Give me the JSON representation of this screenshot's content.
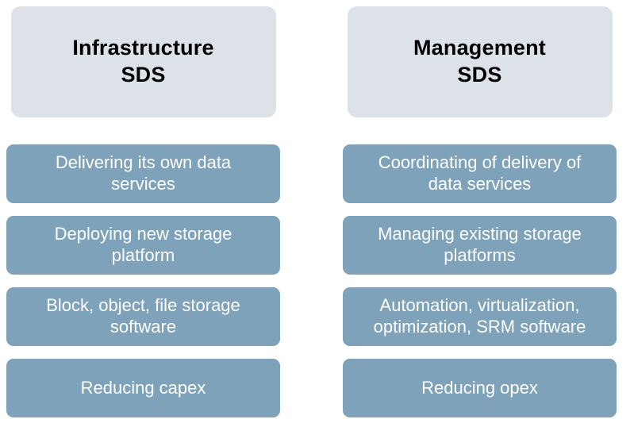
{
  "columns": [
    {
      "header": "Infrastructure\nSDS",
      "items": [
        "Delivering its own data\nservices",
        "Deploying new storage\nplatform",
        "Block, object, file storage\nsoftware",
        "Reducing capex"
      ]
    },
    {
      "header": "Management\nSDS",
      "items": [
        "Coordinating of delivery of\ndata services",
        "Managing existing storage\nplatforms",
        "Automation, virtualization,\noptimization, SRM software",
        "Reducing opex"
      ]
    }
  ],
  "colors": {
    "background": "#ffffff",
    "header_bg": "#dde2e8",
    "header_text": "#000000",
    "item_bg": "#7da2ba",
    "item_text": "#ffffff"
  }
}
